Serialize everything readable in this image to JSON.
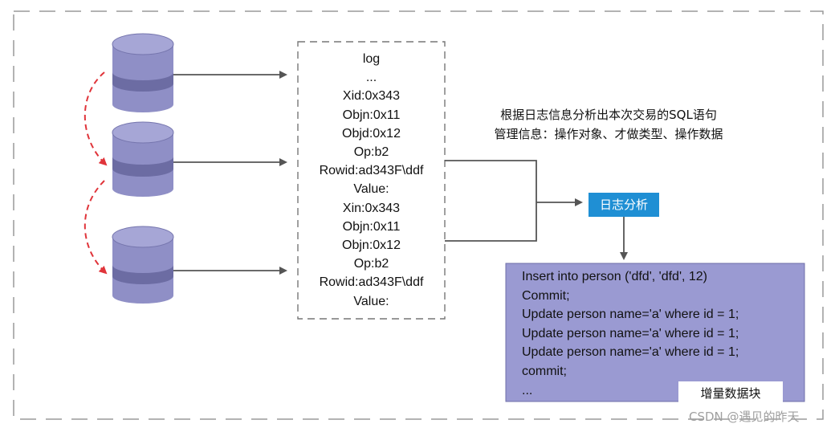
{
  "log_box": {
    "lines": [
      "log",
      "...",
      "Xid:0x343",
      "Objn:0x11",
      "Objd:0x12",
      "Op:b2",
      "Rowid:ad343F\\ddf",
      "Value:",
      "Xin:0x343",
      "Objn:0x11",
      "Objn:0x12",
      "Op:b2",
      "Rowid:ad343F\\ddf",
      "Value:"
    ]
  },
  "analysis_caption": {
    "line1": "根据日志信息分析出本次交易的SQL语句",
    "line2": "管理信息：操作对象、才做类型、操作数据"
  },
  "analysis_box": {
    "label": "日志分析"
  },
  "sql_box": {
    "lines": [
      "Insert into person ('dfd', 'dfd', 12)",
      "Commit;",
      "Update person name='a' where id = 1;",
      "Update person name='a' where id = 1;",
      "Update person name='a' where id = 1;",
      "commit;",
      "..."
    ],
    "badge": "增量数据块"
  },
  "watermark": "CSDN @遇见的昨天",
  "colors": {
    "db_fill": "#8f8fc6",
    "db_band": "#6c6ca3",
    "sql_fill": "#9a9ad2",
    "analysis_fill": "#1f8fd4",
    "arrow": "#555555",
    "dashed_curve": "#e0343a"
  }
}
